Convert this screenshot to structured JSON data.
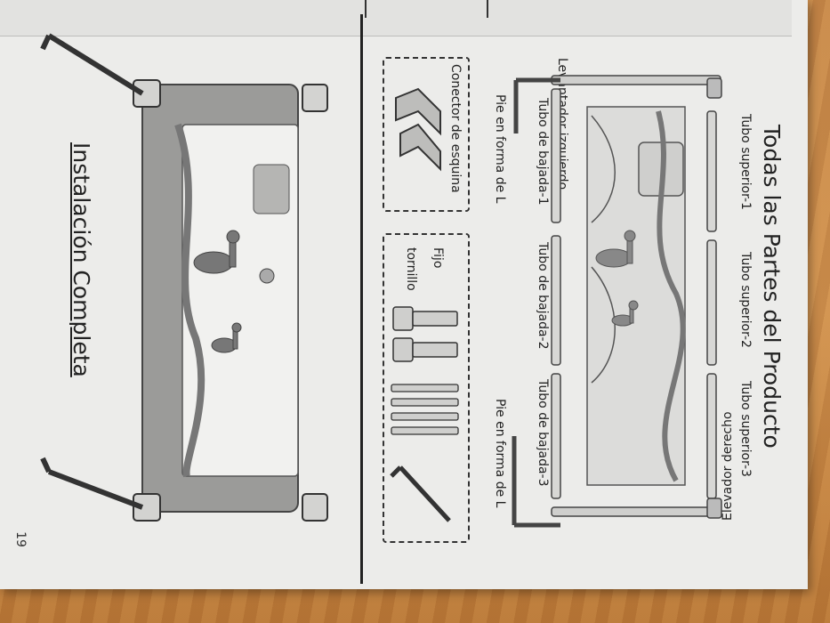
{
  "page_number": "19",
  "parts_section": {
    "title": "Todas las Partes del Producto",
    "labels": {
      "left_lift": "Levantador izquierdo",
      "right_lift": "Elevador derecho",
      "top_tube_1": "Tubo superior-1",
      "top_tube_2": "Tubo superior-2",
      "top_tube_3": "Tubo superior-3",
      "down_tube_1": "Tubo de bajada-1",
      "down_tube_2": "Tubo de bajada-2",
      "down_tube_3": "Tubo de bajada-3",
      "l_foot_left": "Pie en forma de L",
      "l_foot_right": "Pie en forma de L",
      "corner_connector": "Conector de esquina",
      "fixing_screw_line1": "Fijo",
      "fixing_screw_line2": "tornillo"
    }
  },
  "install_section": {
    "title": "Instalación Completa"
  }
}
